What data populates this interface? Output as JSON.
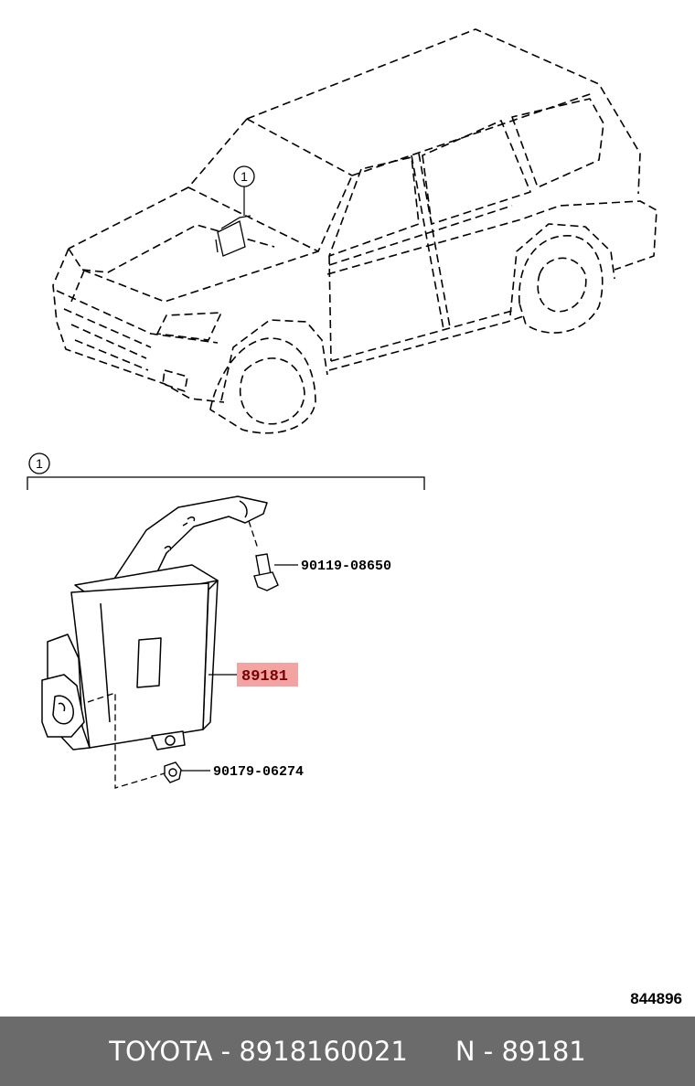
{
  "diagram": {
    "callout_vehicle": "1",
    "callout_group": "1",
    "parts": {
      "bolt": "90119-08650",
      "ecu": "89181",
      "nut": "90179-06274"
    },
    "diagram_id": "844896",
    "highlight_color": "#f4a3a3"
  },
  "footer": {
    "brand_part": "TOYOTA - 8918160021",
    "ref": "N - 89181"
  }
}
